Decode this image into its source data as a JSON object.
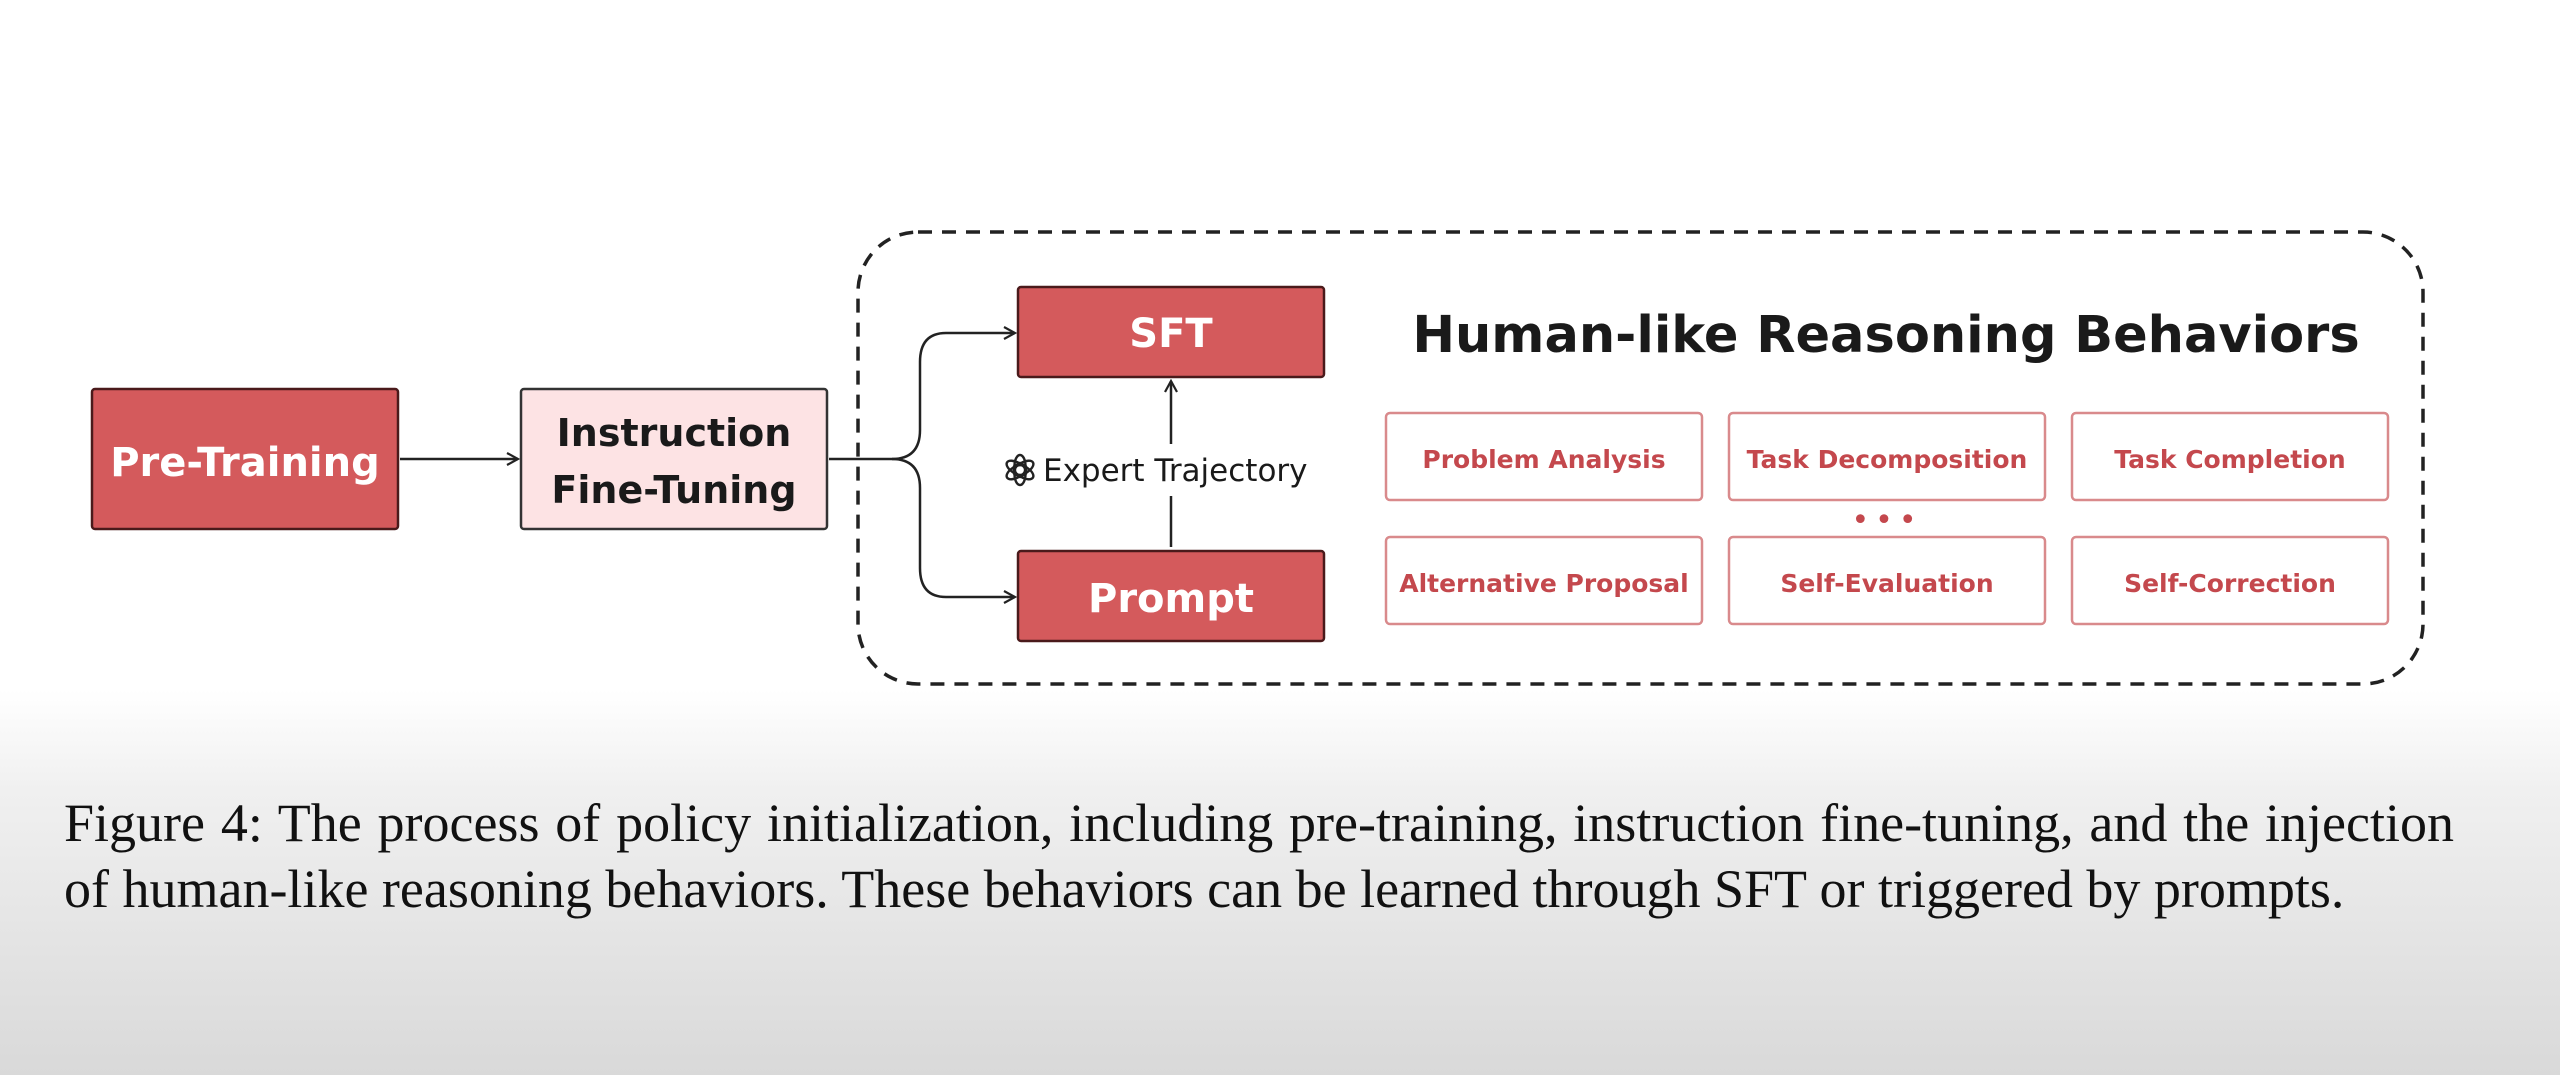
{
  "nodes": {
    "pretraining": "Pre-Training",
    "instruction_line1": "Instruction",
    "instruction_line2": "Fine-Tuning",
    "sft": "SFT",
    "prompt": "Prompt",
    "expert_trajectory": "Expert Trajectory"
  },
  "panel": {
    "title": "Human-like Reasoning Behaviors",
    "behaviors": [
      "Problem Analysis",
      "Task Decomposition",
      "Task Completion",
      "Alternative Proposal",
      "Self-Evaluation",
      "Self-Correction"
    ],
    "ellipsis": "•••"
  },
  "caption": "Figure 4: The process of policy initialization, including pre-training, instruction fine-tuning, and the injection of human-like reasoning behaviors. These behaviors can be learned through SFT or triggered by prompts.",
  "icons": {
    "openai": "openai-logo-icon"
  },
  "colors": {
    "dark_red": "#d45a5c",
    "light_pink": "#fde3e4",
    "behavior_text": "#c4484d",
    "behavior_border": "#d98a8c"
  }
}
